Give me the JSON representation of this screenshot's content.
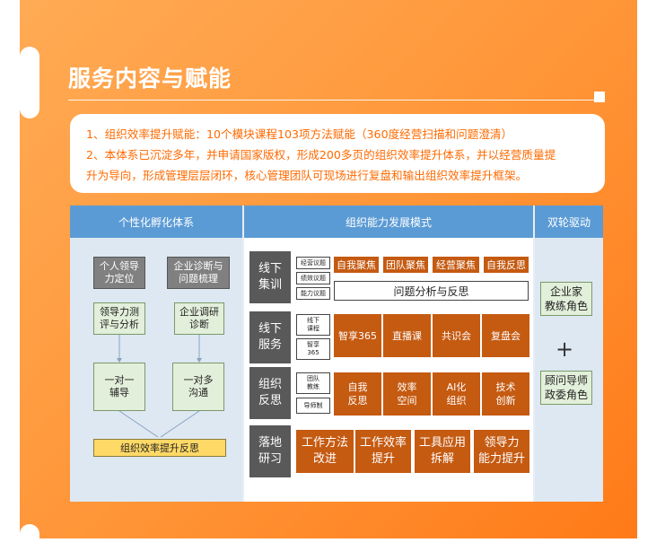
{
  "section": {
    "title": "服务内容与赋能",
    "lines": [
      "1、组织效率提升赋能：10个模块课程103项方法赋能（360度经营扫描和问题澄清）",
      "2、本体系已沉淀多年，并申请国家版权，形成200多页的组织效率提升体系，并以经营质量提",
      "升为导向，形成管理层层闭环，核心管理团队可现场进行复盘和输出组织效率提升框架。"
    ]
  },
  "diagram": {
    "headers": [
      "个性化孵化体系",
      "组织能力发展模式",
      "双轮驱动"
    ],
    "left": {
      "top_boxes": [
        "个人领导\n力定位",
        "企业诊断与\n问题梳理"
      ],
      "mid_boxes": [
        "领导力测\n评与分析",
        "企业调研\n诊断"
      ],
      "bottom_boxes": [
        "一对一\n辅导",
        "一对多\n沟通"
      ],
      "result": "组织效率提升反思"
    },
    "rows": [
      {
        "label": "线下\n集训",
        "small": [
          "经营议题",
          "绩效议题",
          "能力议题"
        ],
        "items": [
          "自我聚焦",
          "团队聚焦",
          "经营聚焦",
          "自我反思"
        ],
        "wide": "问题分析与反思"
      },
      {
        "label": "线下\n服务",
        "small": [
          "线下\n课程",
          "智享\n365"
        ],
        "items": [
          "智享365",
          "直播课",
          "共识会",
          "复盘会"
        ]
      },
      {
        "label": "组织\n反思",
        "small": [
          "团队\n教练",
          "导师制"
        ],
        "items": [
          "自我\n反思",
          "效率\n空间",
          "AI化\n组织",
          "技术\n创新"
        ]
      },
      {
        "label": "落地\n研习",
        "items": [
          "工作方法\n改进",
          "工作效率\n提升",
          "工具应用\n拆解",
          "领导力\n能力提升"
        ]
      }
    ],
    "right": {
      "top": "企业家\n教练角色",
      "plus": "+",
      "bottom": "顾问导师\n政委角色"
    }
  }
}
